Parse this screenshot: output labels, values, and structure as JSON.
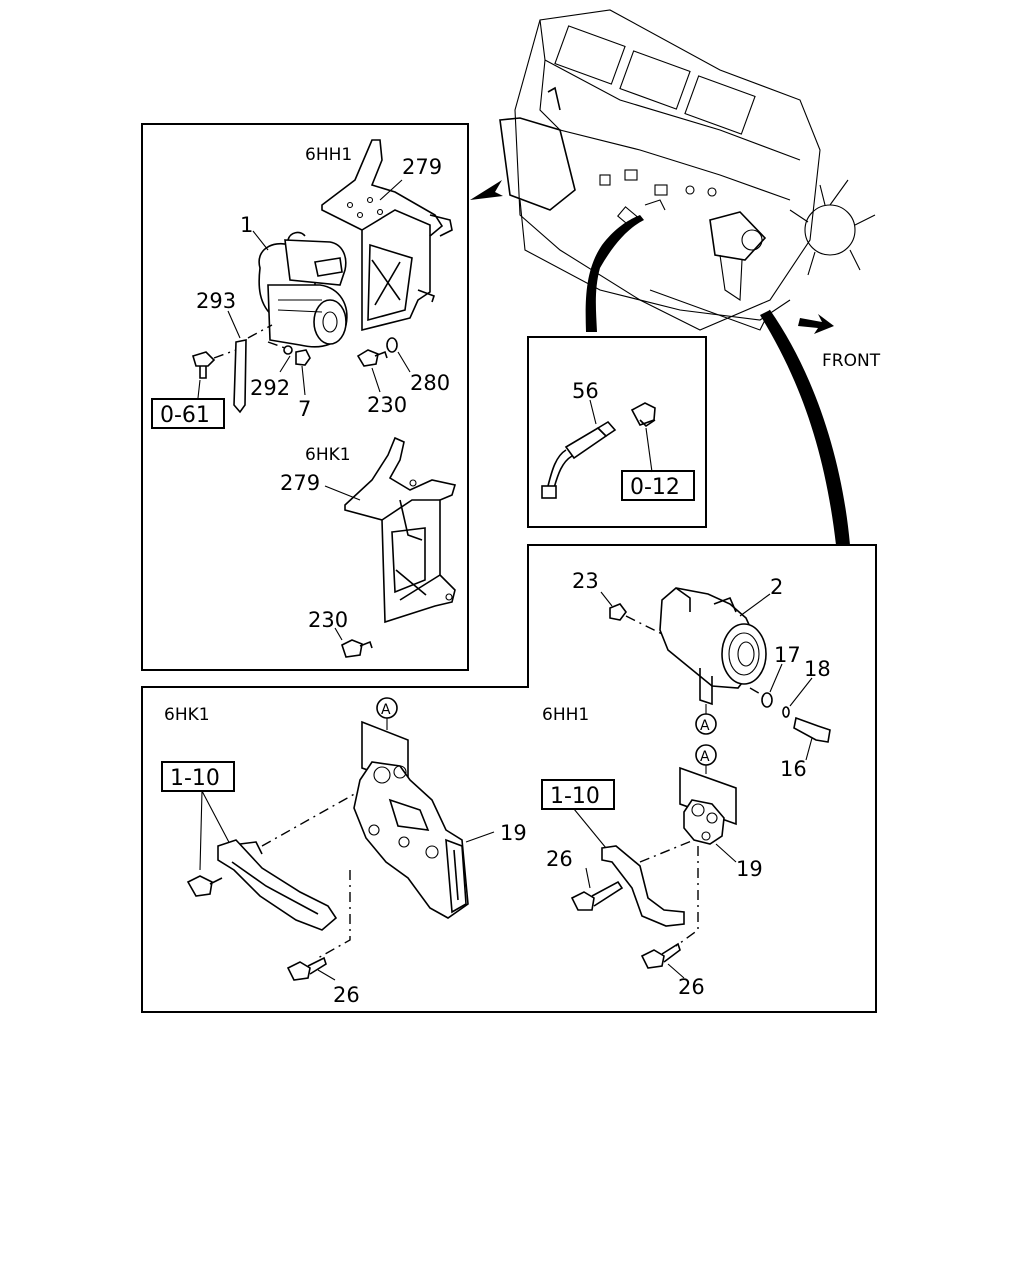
{
  "engine_variants": {
    "upper_left": "6HH1",
    "lower_left": "6HK1",
    "bottom_left": "6HK1",
    "bottom_right": "6HH1"
  },
  "front_label": "FRONT",
  "callouts": {
    "starter": "1",
    "starter_bracket": "279",
    "bracket_lower": "279",
    "stay": "293",
    "washer_292": "292",
    "nut_7": "7",
    "bolt_230": "230",
    "bolt_230_lower": "230",
    "washer_280": "280",
    "sensor": "56",
    "generator": "2",
    "nut_23": "23",
    "washer_17": "17",
    "washer_18": "18",
    "bolt_16": "16",
    "bracket_19_left": "19",
    "bracket_19_right": "19",
    "bolt_26_left": "26",
    "bolt_26_right_upper": "26",
    "bolt_26_right_lower": "26"
  },
  "references": {
    "ref_0_61": "0-61",
    "ref_0_12": "0-12",
    "ref_1_10_left": "1-10",
    "ref_1_10_right": "1-10"
  },
  "circle_markers": [
    "A",
    "A",
    "A"
  ]
}
